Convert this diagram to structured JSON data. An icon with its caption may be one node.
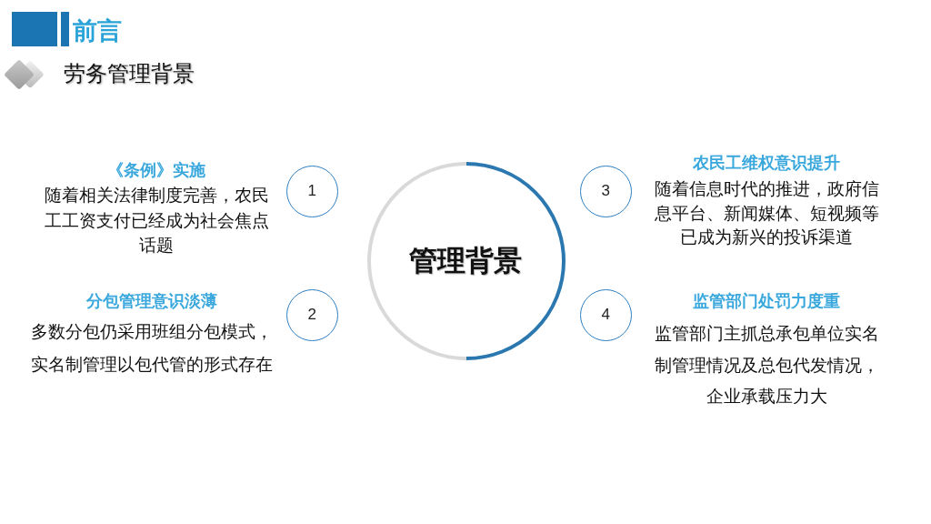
{
  "diagram": {
    "title": "前言",
    "nodes": [
      {
        "text": [
          "管理背景"
        ]
      },
      {
        "text": [
          "1"
        ],
        "beside": [
          "《条例》实施",
          "随着相关法律制度完善，农民工工资支付已经成为社会焦点话题"
        ]
      },
      {
        "text": [
          "2"
        ],
        "beside": [
          "分包管理意识淡薄",
          "多数分包仍采用班组分包模式，实名制管理以包代管的形式存在"
        ]
      },
      {
        "text": [
          "3"
        ],
        "beside": [
          "农民工维权意识提升",
          "随着信息时代的推进，政府信息平台、新闻媒体、短视频等已成为新兴的投诉渠道"
        ]
      },
      {
        "text": [
          "4"
        ],
        "beside": [
          "监管部门处罚力度重",
          "监管部门主抓总承包单位实名制管理情况及总包代发情况，企业承载压力大"
        ]
      }
    ],
    "labels": [
      "劳务管理背景"
    ]
  }
}
